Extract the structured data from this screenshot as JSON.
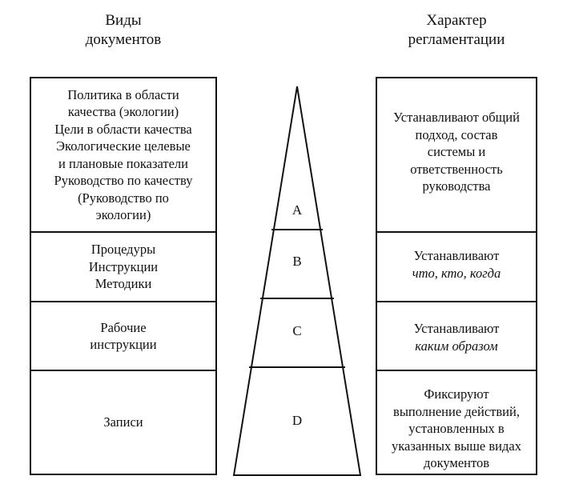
{
  "headings": {
    "left": [
      "Виды",
      "документов"
    ],
    "right": [
      "Характер",
      "регламентации"
    ]
  },
  "document_types": [
    [
      "Политика в области",
      "качества (экологии)",
      "Цели в области качества",
      "Экологические целевые",
      "и плановые показатели",
      "Руководство по качеству",
      "(Руководство по",
      "экологии)"
    ],
    [
      "Процедуры",
      "Инструкции",
      "Методики"
    ],
    [
      "Рабочие",
      "инструкции"
    ],
    [
      "Записи"
    ]
  ],
  "pyramid_levels": [
    "A",
    "B",
    "C",
    "D"
  ],
  "regulation": [
    {
      "lines": [
        "Устанавливают общий",
        "подход, состав",
        "системы и",
        "ответственность",
        "руководства"
      ],
      "italic_lines": []
    },
    {
      "lines": [
        "Устанавливают"
      ],
      "italic_lines": [
        "что, кто, когда"
      ]
    },
    {
      "lines": [
        "Устанавливают"
      ],
      "italic_lines": [
        "каким образом"
      ]
    },
    {
      "lines": [
        "Фиксируют",
        "выполнение действий,",
        "установленных в",
        "указанных выше видах",
        "документов"
      ],
      "italic_lines": []
    }
  ],
  "colors": {
    "ink": "#111111",
    "background": "#ffffff"
  }
}
